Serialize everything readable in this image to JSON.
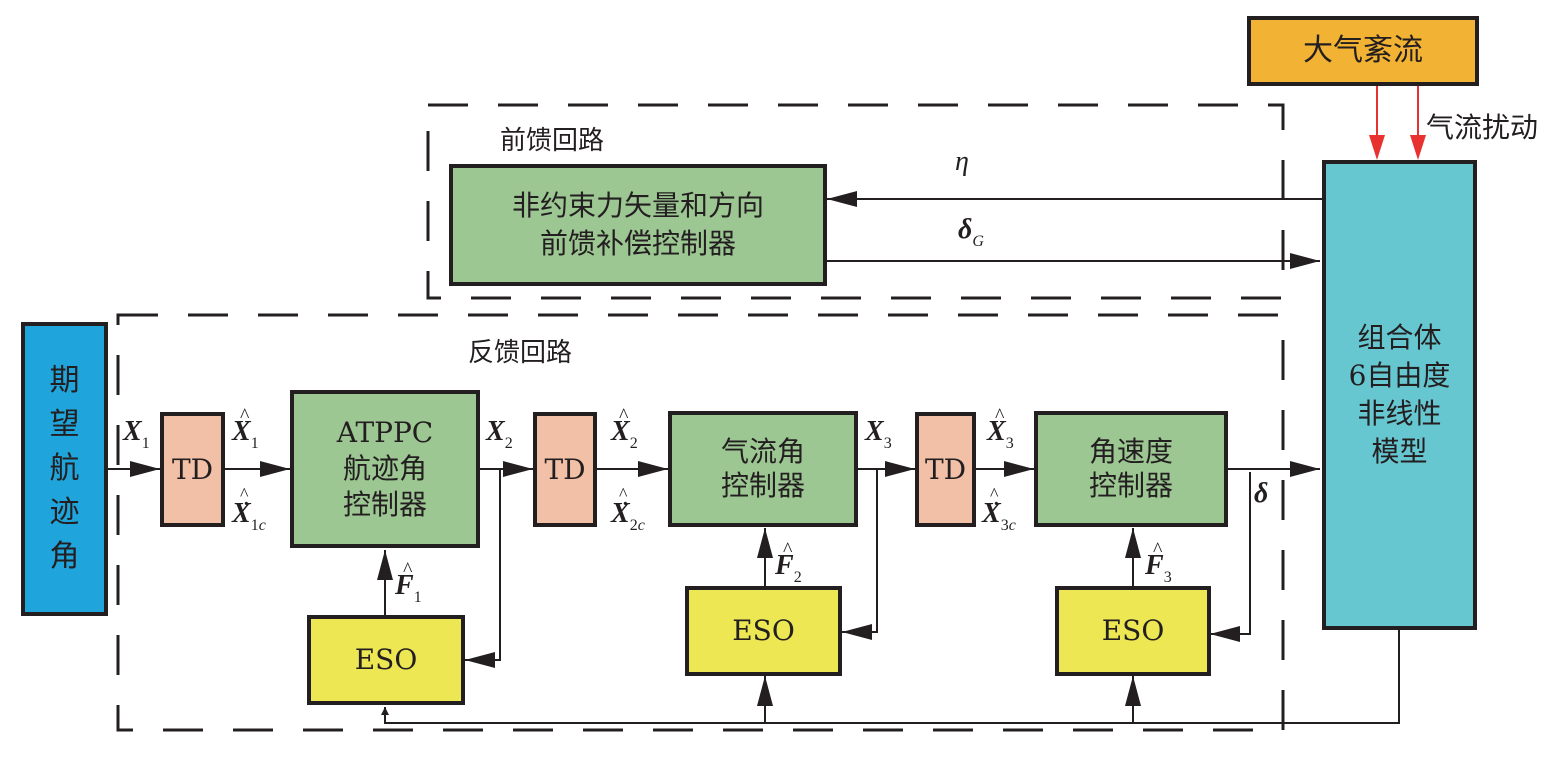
{
  "diagram": {
    "type": "control-block-diagram",
    "colors": {
      "controller": "#9cc692",
      "td": "#f1c0a6",
      "eso": "#ece752",
      "input": "#20a4dc",
      "plant": "#67c7d1",
      "disturbance": "#f2b233",
      "disturbance_arrow": "#e8322f",
      "line": "#231f20"
    },
    "regions": {
      "feedforward": "前馈回路",
      "feedback": "反馈回路"
    },
    "blocks": {
      "input": [
        "期",
        "望",
        "航",
        "迹",
        "角"
      ],
      "td1": "TD",
      "td2": "TD",
      "td3": "TD",
      "ctrl1": [
        "ATPPC",
        "航迹角",
        "控制器"
      ],
      "ctrl2": [
        "气流角",
        "控制器"
      ],
      "ctrl3": [
        "角速度",
        "控制器"
      ],
      "eso1": "ESO",
      "eso2": "ESO",
      "eso3": "ESO",
      "feedforward_ctrl": [
        "非约束力矢量和方向",
        "前馈补偿控制器"
      ],
      "plant": [
        "组合体",
        "6自由度",
        "非线性",
        "模型"
      ],
      "disturbance": "大气紊流"
    },
    "signals": {
      "X1": {
        "base": "X",
        "sub": "1"
      },
      "X1hat": {
        "base": "X",
        "sub": "1"
      },
      "X1c": {
        "base": "X",
        "sub": "1",
        "sub_italic": "c"
      },
      "X2": {
        "base": "X",
        "sub": "2"
      },
      "X2hat": {
        "base": "X",
        "sub": "2"
      },
      "X2c": {
        "base": "X",
        "sub": "2",
        "sub_italic": "c"
      },
      "X3": {
        "base": "X",
        "sub": "3"
      },
      "X3hat": {
        "base": "X",
        "sub": "3"
      },
      "X3c": {
        "base": "X",
        "sub": "3",
        "sub_italic": "c"
      },
      "F1": {
        "base": "F",
        "sub": "1"
      },
      "F2": {
        "base": "F",
        "sub": "2"
      },
      "F3": {
        "base": "F",
        "sub": "3"
      },
      "delta": "δ",
      "eta": "η",
      "deltaG": {
        "base": "δ",
        "sub_italic": "G"
      },
      "disturbance_label": "气流扰动"
    }
  }
}
